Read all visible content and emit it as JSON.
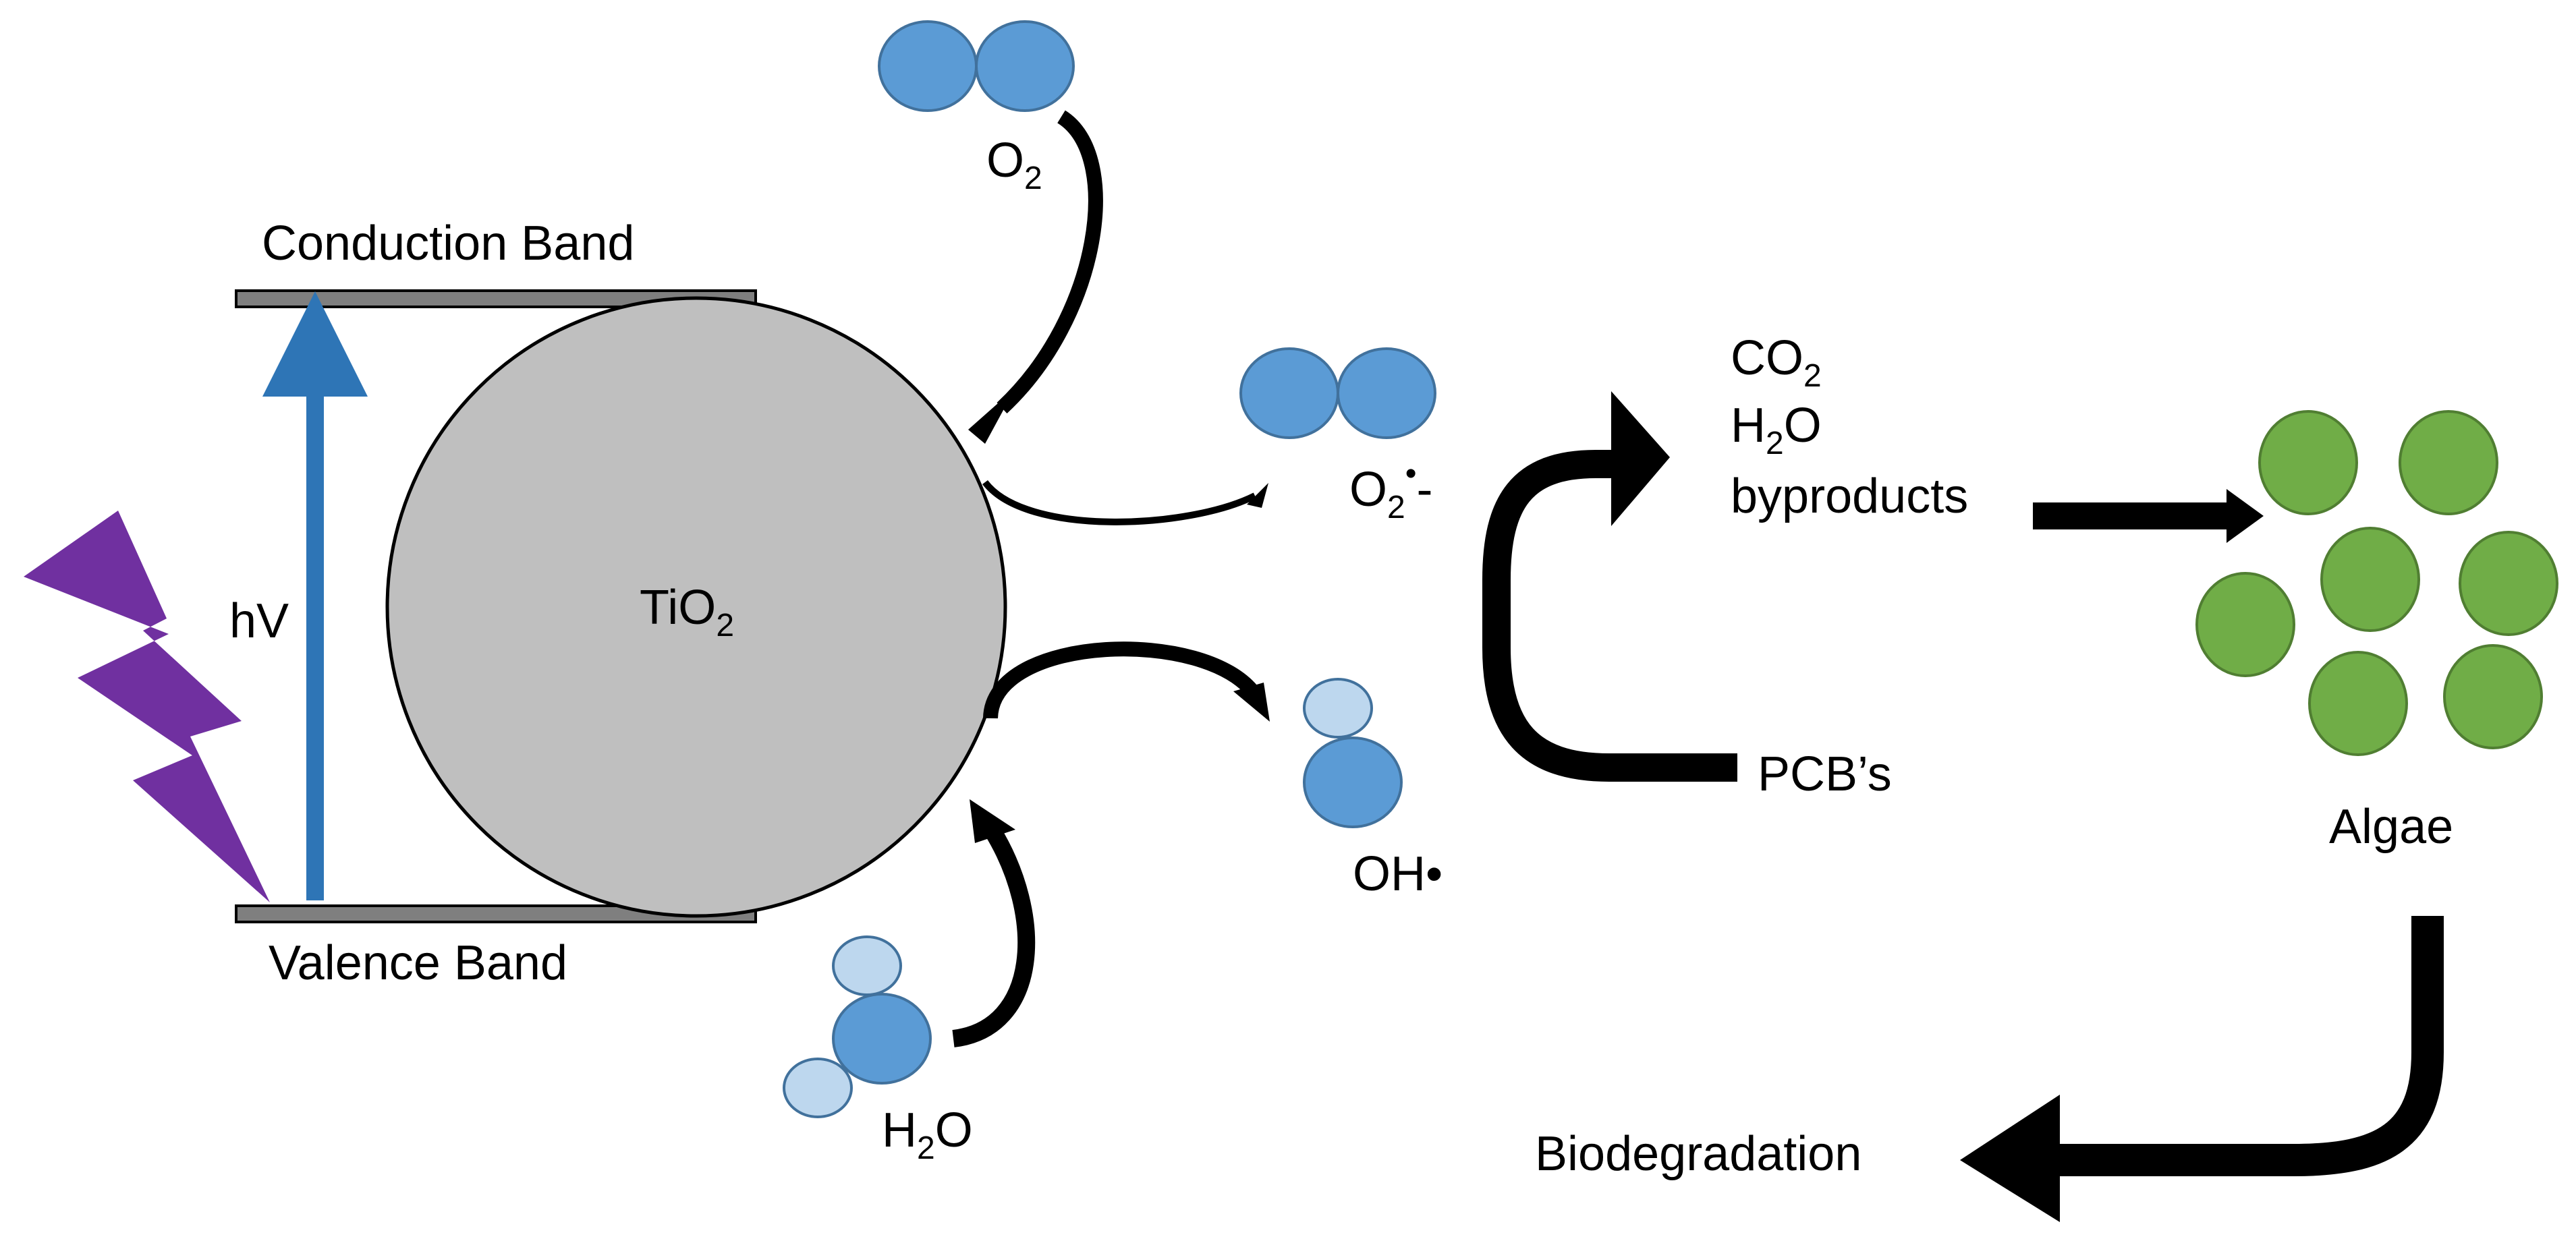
{
  "colors": {
    "band_fill": "#7f7f7f",
    "particle_fill": "#bfbfbf",
    "oxygen_blue": "#5b9bd5",
    "hydrogen_light": "#bdd7ee",
    "algae_green": "#70ad47",
    "lightning_purple": "#7030a0",
    "arrow_blue": "#2e75b6",
    "arrow_black": "#000000"
  },
  "labels": {
    "conduction_band": "Conduction Band",
    "valence_band": "Valence Band",
    "photon_energy": "hV",
    "particle": {
      "main": "TiO",
      "subscript": "2"
    },
    "oxygen_in": {
      "main": "O",
      "subscript": "2"
    },
    "superoxide": {
      "main": "O",
      "subscript": "2",
      "superscript": "•",
      "suffix": "-"
    },
    "hydroxyl": "OH•",
    "water_in": {
      "prefix": "H",
      "subscript": "2",
      "suffix": "O"
    },
    "products": {
      "co2": {
        "main": "CO",
        "subscript": "2"
      },
      "h2o": {
        "prefix": "H",
        "subscript": "2",
        "suffix": "O"
      },
      "byproducts": "byproducts"
    },
    "pcbs": "PCB’s",
    "algae": "Algae",
    "biodegradation": "Biodegradation"
  },
  "icons": [
    "lightning-icon",
    "oxygen-molecule-icon",
    "water-molecule-icon",
    "hydroxyl-radical-icon",
    "algae-cell-icon"
  ]
}
